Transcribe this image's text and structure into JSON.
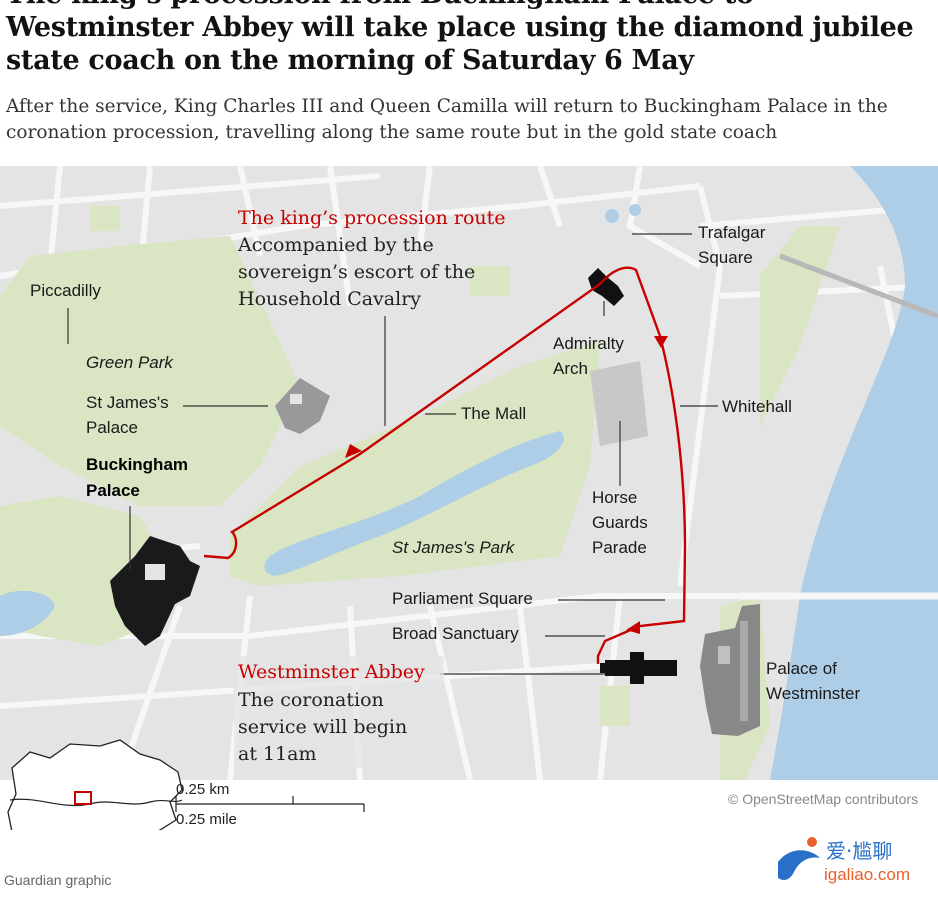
{
  "headline": "The king’s procession from Buckingham Palace to Westminster Abbey will take place using the diamond jubilee state coach on the morning of Saturday 6 May",
  "standfirst": "After the service, King Charles III and Queen Camilla will return to Buckingham Palace in the coronation procession, travelling along the same route but in the gold state coach",
  "annotations": {
    "route_title": "The king’s procession route",
    "route_line1": "Accompanied by the",
    "route_line2": "sovereign’s escort of the",
    "route_line3": "Household Cavalry",
    "abbey_title": "Westminster Abbey",
    "abbey_line1": "The coronation",
    "abbey_line2": "service will begin",
    "abbey_line3": "at 11am"
  },
  "places": {
    "piccadilly": "Piccadilly",
    "green_park": "Green Park",
    "st_james_palace_1": "St James's",
    "st_james_palace_2": "Palace",
    "buckingham_1": "Buckingham",
    "buckingham_2": "Palace",
    "the_mall": "The Mall",
    "st_james_park": "St James's Park",
    "trafalgar_1": "Trafalgar",
    "trafalgar_2": "Square",
    "admiralty_1": "Admiralty",
    "admiralty_2": "Arch",
    "whitehall": "Whitehall",
    "horse_guards_1": "Horse",
    "horse_guards_2": "Guards",
    "horse_guards_3": "Parade",
    "parliament_square": "Parliament Square",
    "broad_sanctuary": "Broad Sanctuary",
    "palace_westminster_1": "Palace of",
    "palace_westminster_2": "Westminster"
  },
  "scale": {
    "km": "0.25 km",
    "mile": "0.25 mile"
  },
  "attribution": "© OpenStreetMap contributors",
  "credit": "Guardian graphic",
  "watermark": {
    "line1": "爱·尴聊",
    "line2": "igaliao.com"
  },
  "colors": {
    "route": "#c70000",
    "park": "#d9e5c3",
    "water": "#aecde6",
    "street": "#f5f5f5",
    "block": "#e6e6e6",
    "landmark": "#1a1a1a",
    "building_grey": "#8a8a8a"
  }
}
